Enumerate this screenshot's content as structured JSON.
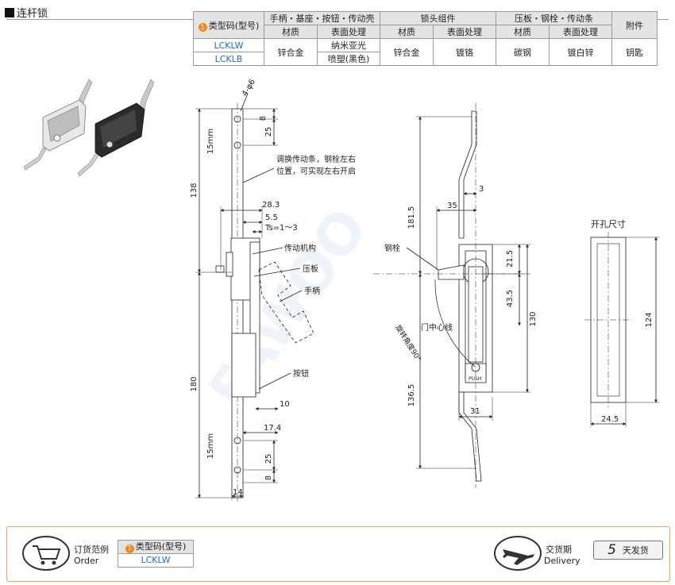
{
  "title": "连杆锁",
  "spec_table": {
    "model_header": "类型码(型号)",
    "groups": [
      "手柄・基座・按钮・传动壳",
      "锁头组件",
      "压板・钢栓・传动条",
      "附件"
    ],
    "subheaders": [
      "材质",
      "表面处理",
      "材质",
      "表面处理",
      "材质",
      "表面处理"
    ],
    "models": [
      "LCKLW",
      "LCKLB"
    ],
    "cells": {
      "handle_material": "锌合金",
      "handle_finish_w": "纳米亚光",
      "handle_finish_b": "喷塑(黑色)",
      "lock_material": "锌合金",
      "lock_finish": "镀铬",
      "plate_material": "碳钢",
      "plate_finish": "镀白锌",
      "accessory": "钥匙"
    }
  },
  "drawing_left": {
    "hole_label": "4-φ6",
    "dims": {
      "d8a": "8",
      "d25a": "25",
      "d138": "138",
      "d283": "28.3",
      "d55": "5.5",
      "ts": "Ts=1～3",
      "d180": "180",
      "d10": "10",
      "d174": "17.4",
      "d25b": "25",
      "d8b": "8",
      "d14": "14",
      "d15a": "15mm",
      "d15b": "15mm"
    },
    "notes": {
      "swap_line1": "调换传动条，钢栓左右",
      "swap_line2": "位置，可实现左右开启",
      "mechanism": "传动机构",
      "plate": "压板",
      "handle": "手柄",
      "button": "按钮"
    }
  },
  "drawing_center": {
    "dims": {
      "d1815": "181.5",
      "d3": "3",
      "d35": "35",
      "d215": "21.5",
      "d435": "43.5",
      "d130": "130",
      "d1365": "136.5",
      "d31": "31"
    },
    "notes": {
      "bolt": "钢栓",
      "door_center": "门中心线",
      "rotation": "旋转角度90°",
      "push": "PUSH"
    }
  },
  "drawing_right": {
    "title": "开孔尺寸",
    "dims": {
      "d124": "124",
      "d245": "24.5"
    }
  },
  "footer": {
    "order_cn": "订货范例",
    "order_en": "Order",
    "model_header": "类型码(型号)",
    "model_value": "LCKLW",
    "delivery_cn": "交货期",
    "delivery_en": "Delivery",
    "days": "5",
    "days_unit": "天发货"
  },
  "colors": {
    "accent": "#f08a1c",
    "model_blue": "#1d6fb8",
    "header_gray": "#e4e4e4",
    "footer_border": "#f0a05a"
  }
}
